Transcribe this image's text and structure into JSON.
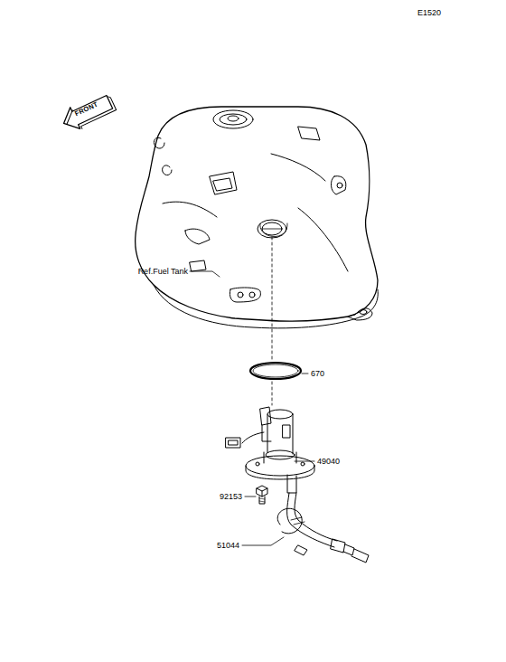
{
  "diagram": {
    "labels": [
      "E1520",
      "FRONT",
      "Ref.Fuel Tank",
      "670",
      "49040",
      "92153",
      "51044"
    ]
  }
}
